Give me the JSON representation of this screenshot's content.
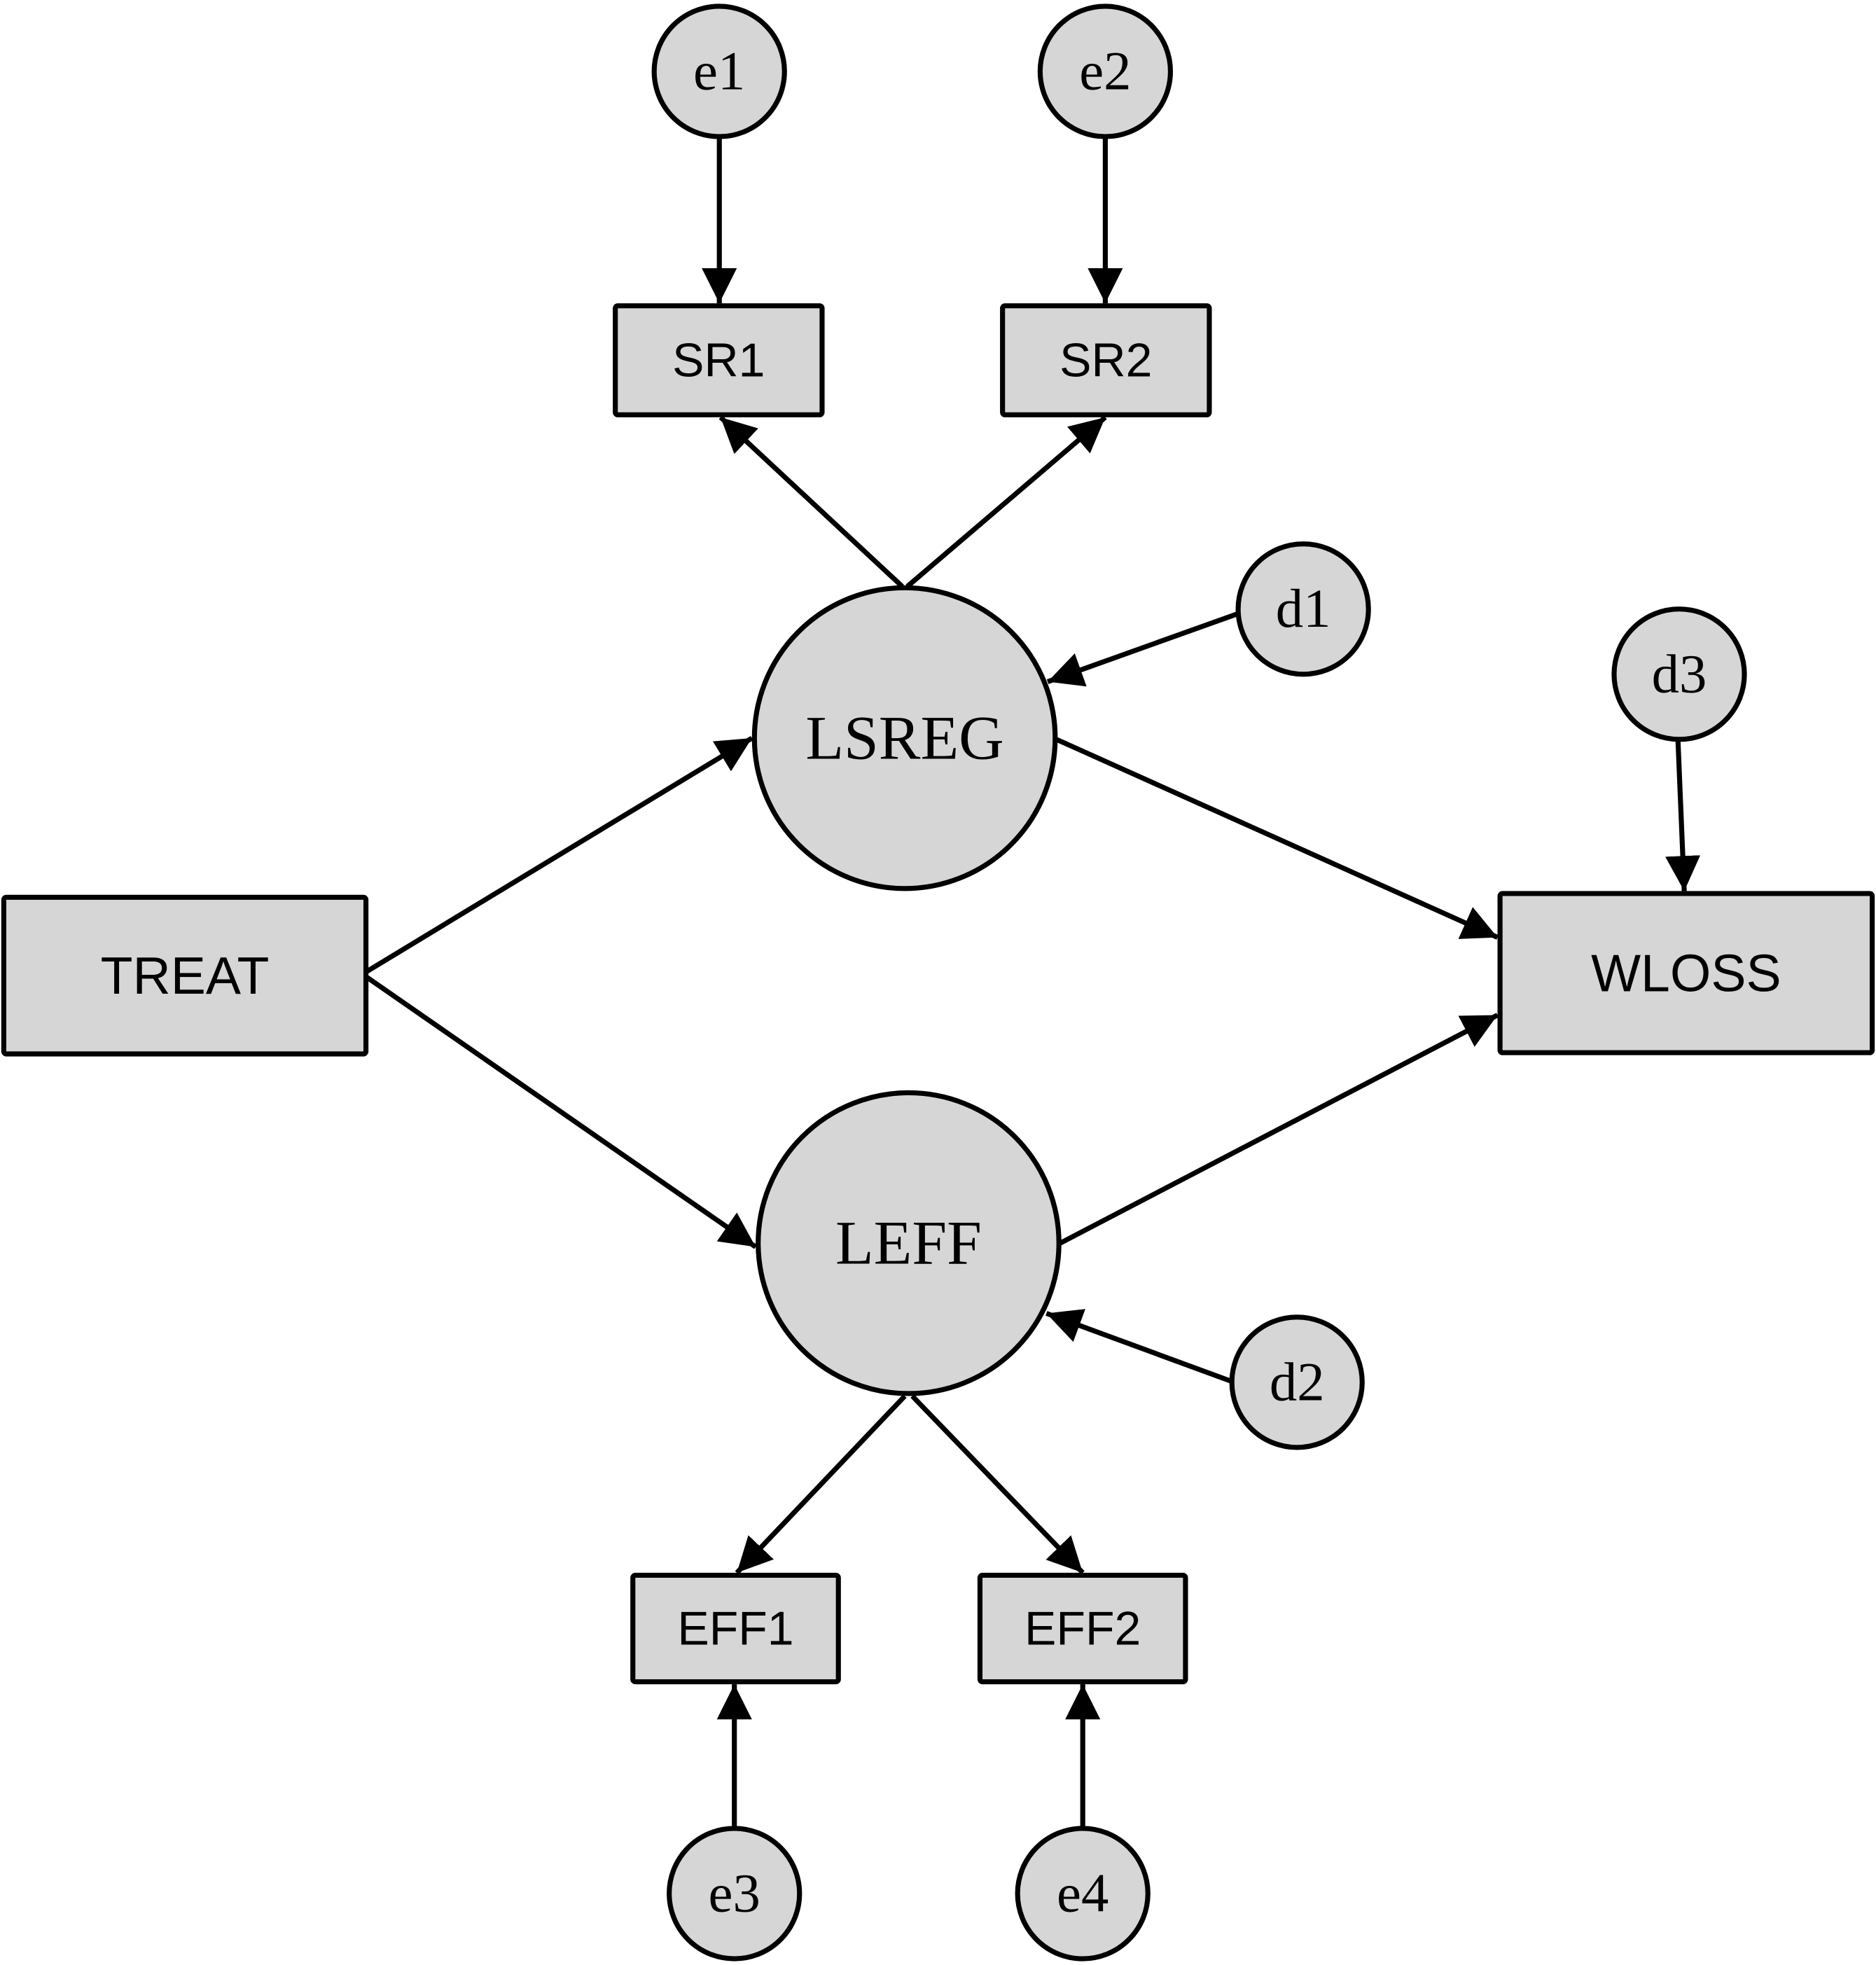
{
  "diagram": {
    "type": "structural-equation-model path diagram",
    "colors": {
      "node_fill": "#d6d6d6",
      "stroke": "#000000",
      "background": "#ffffff"
    },
    "nodes": [
      {
        "id": "e1",
        "label": "e1",
        "kind": "error-term"
      },
      {
        "id": "e2",
        "label": "e2",
        "kind": "error-term"
      },
      {
        "id": "SR1",
        "label": "SR1",
        "kind": "observed"
      },
      {
        "id": "SR2",
        "label": "SR2",
        "kind": "observed"
      },
      {
        "id": "d1",
        "label": "d1",
        "kind": "disturbance"
      },
      {
        "id": "LSREG",
        "label": "LSREG",
        "kind": "latent"
      },
      {
        "id": "d3",
        "label": "d3",
        "kind": "disturbance"
      },
      {
        "id": "TREAT",
        "label": "TREAT",
        "kind": "observed"
      },
      {
        "id": "WLOSS",
        "label": "WLOSS",
        "kind": "observed"
      },
      {
        "id": "LEFF",
        "label": "LEFF",
        "kind": "latent"
      },
      {
        "id": "d2",
        "label": "d2",
        "kind": "disturbance"
      },
      {
        "id": "EFF1",
        "label": "EFF1",
        "kind": "observed"
      },
      {
        "id": "EFF2",
        "label": "EFF2",
        "kind": "observed"
      },
      {
        "id": "e3",
        "label": "e3",
        "kind": "error-term"
      },
      {
        "id": "e4",
        "label": "e4",
        "kind": "error-term"
      }
    ],
    "edges": [
      {
        "from": "e1",
        "to": "SR1"
      },
      {
        "from": "e2",
        "to": "SR2"
      },
      {
        "from": "LSREG",
        "to": "SR1"
      },
      {
        "from": "LSREG",
        "to": "SR2"
      },
      {
        "from": "d1",
        "to": "LSREG"
      },
      {
        "from": "TREAT",
        "to": "LSREG"
      },
      {
        "from": "TREAT",
        "to": "LEFF"
      },
      {
        "from": "LSREG",
        "to": "WLOSS"
      },
      {
        "from": "LEFF",
        "to": "WLOSS"
      },
      {
        "from": "d3",
        "to": "WLOSS"
      },
      {
        "from": "d2",
        "to": "LEFF"
      },
      {
        "from": "LEFF",
        "to": "EFF1"
      },
      {
        "from": "LEFF",
        "to": "EFF2"
      },
      {
        "from": "e3",
        "to": "EFF1"
      },
      {
        "from": "e4",
        "to": "EFF2"
      }
    ]
  }
}
